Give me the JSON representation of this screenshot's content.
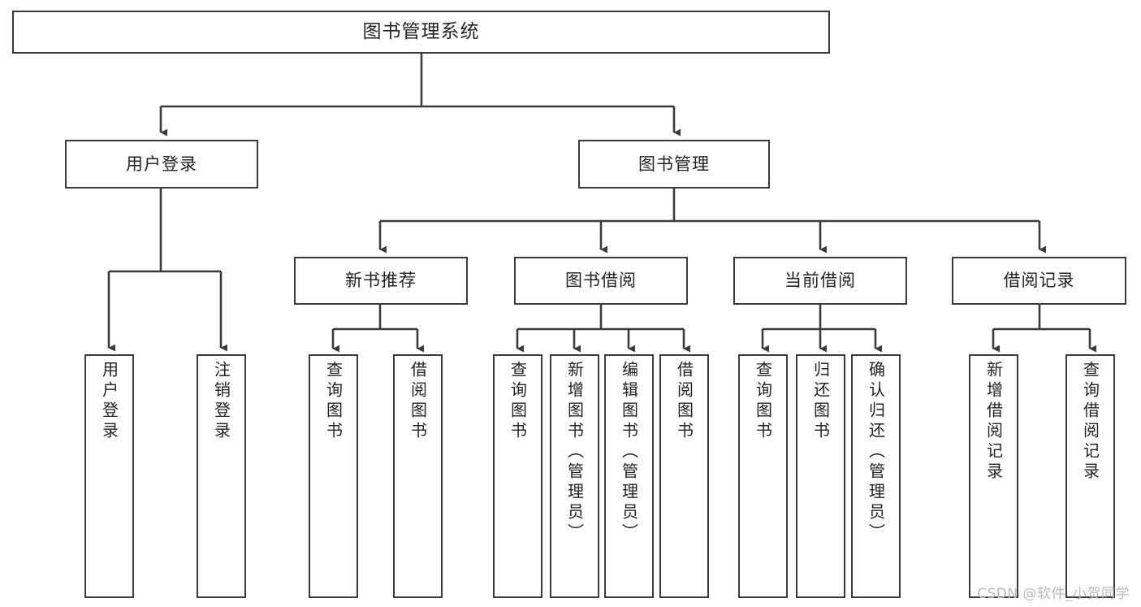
{
  "diagram": {
    "title": "图书管理系统",
    "type": "tree-hierarchy",
    "root": {
      "label": "图书管理系统"
    },
    "level2": [
      {
        "label": "用户登录"
      },
      {
        "label": "图书管理"
      }
    ],
    "level3": [
      {
        "label": "新书推荐"
      },
      {
        "label": "图书借阅"
      },
      {
        "label": "当前借阅"
      },
      {
        "label": "借阅记录"
      }
    ],
    "leaves": [
      {
        "label": "用户登录"
      },
      {
        "label": "注销登录"
      },
      {
        "label": "查询图书"
      },
      {
        "label": "借阅图书"
      },
      {
        "label": "查询图书"
      },
      {
        "label": "新增图书（管理员）"
      },
      {
        "label": "编辑图书（管理员）"
      },
      {
        "label": "借阅图书"
      },
      {
        "label": "查询图书"
      },
      {
        "label": "归还图书"
      },
      {
        "label": "确认归还（管理员）"
      },
      {
        "label": "新增借阅记录"
      },
      {
        "label": "查询借阅记录"
      }
    ],
    "colors": {
      "box_border": "#3b3b3b",
      "box_fill": "#ffffff",
      "line": "#3b3b3b",
      "text": "#232323",
      "background": "#ffffff",
      "watermark": "#b9b9b9"
    }
  },
  "watermark": {
    "text": "CSDN @软件_小贺同学"
  }
}
